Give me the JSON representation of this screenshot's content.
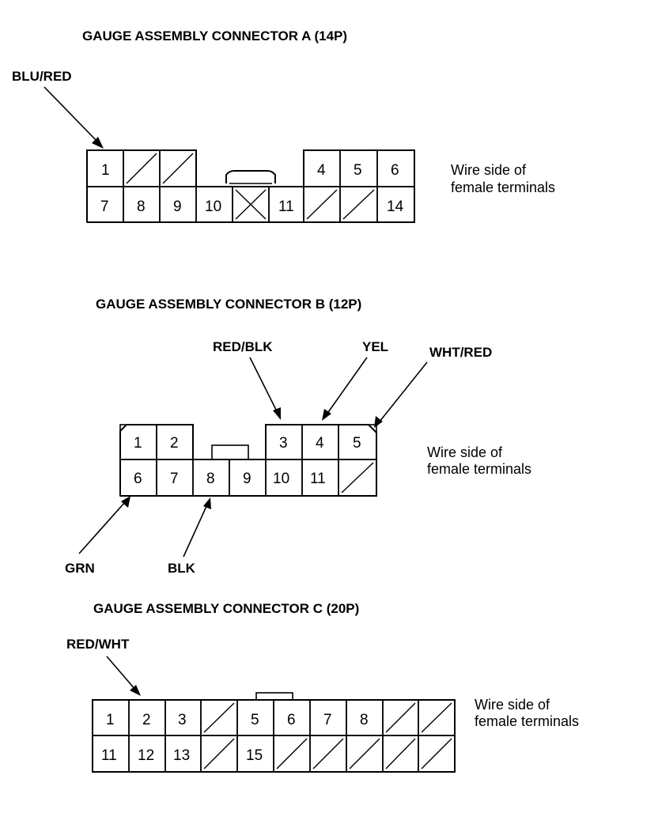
{
  "connector_a": {
    "title": "GAUGE ASSEMBLY CONNECTOR A (14P)",
    "note_line1": "Wire side of",
    "note_line2": "female terminals",
    "wires": {
      "blu_red": "BLU/RED"
    },
    "pins": {
      "p1": "1",
      "p4": "4",
      "p5": "5",
      "p6": "6",
      "p7": "7",
      "p8": "8",
      "p9": "9",
      "p10": "10",
      "p11": "11",
      "p14": "14"
    }
  },
  "connector_b": {
    "title": "GAUGE ASSEMBLY CONNECTOR B (12P)",
    "note_line1": "Wire side of",
    "note_line2": "female terminals",
    "wires": {
      "red_blk": "RED/BLK",
      "yel": "YEL",
      "wht_red": "WHT/RED",
      "grn": "GRN",
      "blk": "BLK"
    },
    "pins": {
      "p1": "1",
      "p2": "2",
      "p3": "3",
      "p4": "4",
      "p5": "5",
      "p6": "6",
      "p7": "7",
      "p8": "8",
      "p9": "9",
      "p10": "10",
      "p11": "11"
    }
  },
  "connector_c": {
    "title": "GAUGE ASSEMBLY CONNECTOR C (20P)",
    "note_line1": "Wire side of",
    "note_line2": "female terminals",
    "wires": {
      "red_wht": "RED/WHT"
    },
    "pins": {
      "p1": "1",
      "p2": "2",
      "p3": "3",
      "p5": "5",
      "p6": "6",
      "p7": "7",
      "p8": "8",
      "p11": "11",
      "p12": "12",
      "p13": "13",
      "p15": "15"
    }
  }
}
